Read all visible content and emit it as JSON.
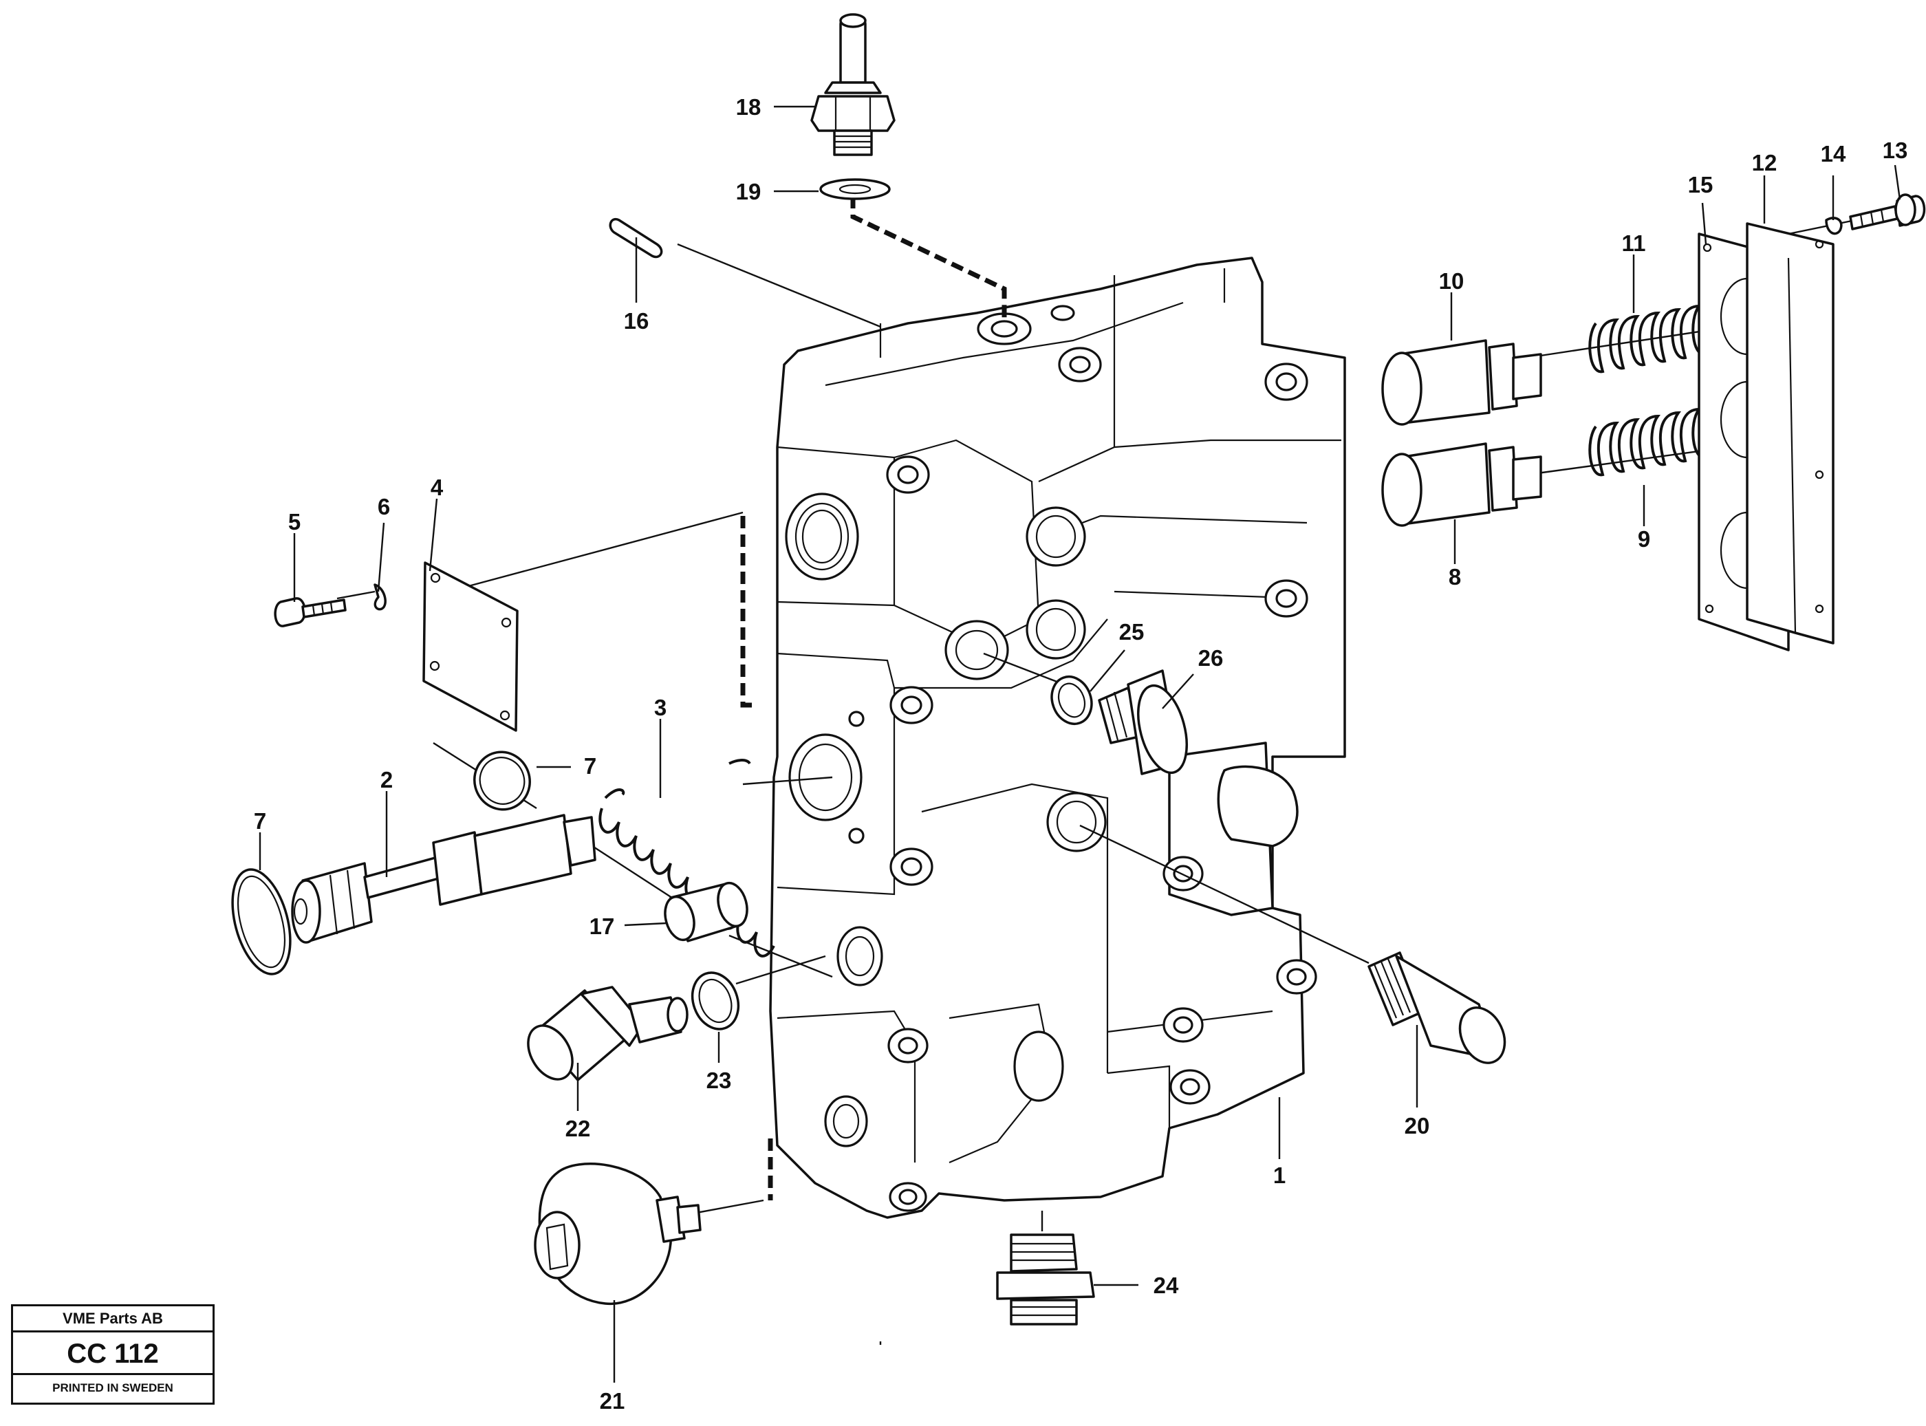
{
  "labels": {
    "p1": "1",
    "p2": "2",
    "p3": "3",
    "p4": "4",
    "p5": "5",
    "p6": "6",
    "p7a": "7",
    "p7b": "7",
    "p8": "8",
    "p9": "9",
    "p10": "10",
    "p11": "11",
    "p12": "12",
    "p13": "13",
    "p14": "14",
    "p15": "15",
    "p16": "16",
    "p17": "17",
    "p18": "18",
    "p19": "19",
    "p20": "20",
    "p21": "21",
    "p22": "22",
    "p23": "23",
    "p24": "24",
    "p25": "25",
    "p26": "26"
  },
  "title_block": {
    "company": "VME Parts AB",
    "code": "CC 112",
    "printed": "PRINTED IN SWEDEN"
  }
}
